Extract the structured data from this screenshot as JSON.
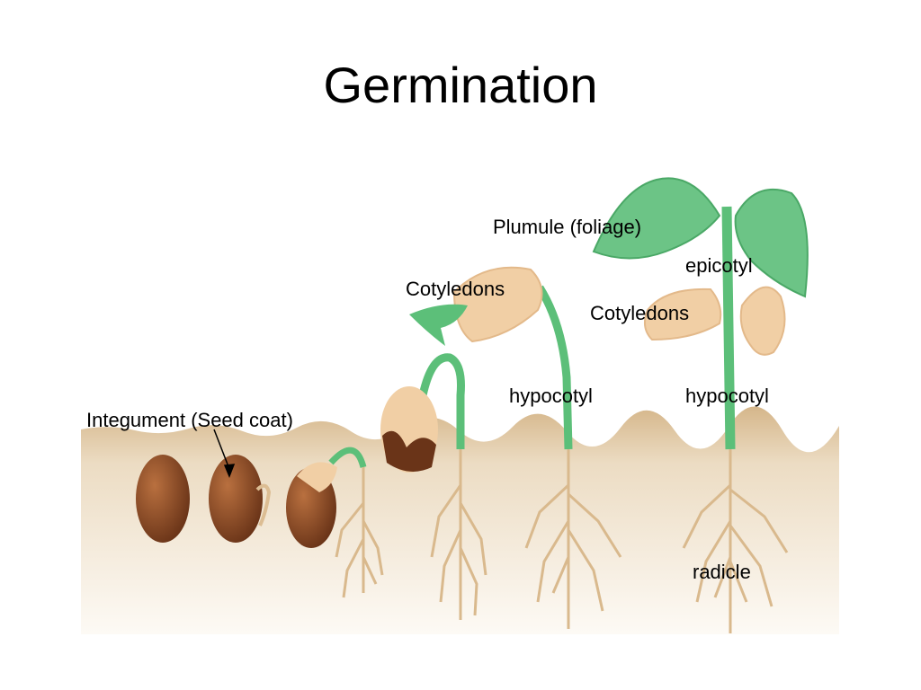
{
  "slide": {
    "title": "Germination"
  },
  "labels": {
    "integument": "Integument (Seed coat)",
    "plumule": "Plumule (foliage)",
    "epicotyl": "epicotyl",
    "cotyledons_1": "Cotyledons",
    "cotyledons_2": "Cotyledons",
    "hypocotyl_1": "hypocotyl",
    "hypocotyl_2": "hypocotyl",
    "radicle": "radicle"
  },
  "colors": {
    "soil_top": "#d8b98c",
    "soil_bottom": "#fdfaf4",
    "seed": "#8a4a24",
    "cotyledon": "#f1cfa5",
    "stem": "#5cbf79",
    "leaf": "#6cc486",
    "root": "#d9b98d"
  }
}
